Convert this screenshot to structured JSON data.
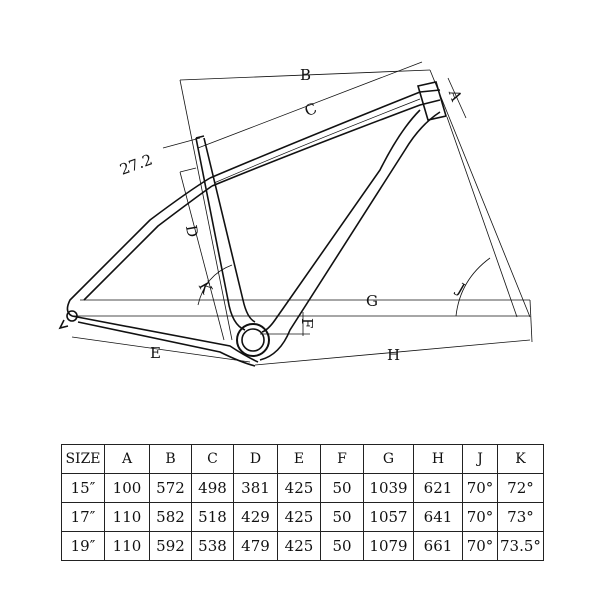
{
  "drawing": {
    "labels": {
      "A": "A",
      "B": "B",
      "C": "C",
      "D": "D",
      "E": "E",
      "F": "F",
      "G": "G",
      "H": "H",
      "J": "J",
      "K": "K"
    },
    "seatpost_diameter": "27.2"
  },
  "table": {
    "headers": [
      "SIZE",
      "A",
      "B",
      "C",
      "D",
      "E",
      "F",
      "G",
      "H",
      "J",
      "K"
    ],
    "rows": [
      [
        "15″",
        "100",
        "572",
        "498",
        "381",
        "425",
        "50",
        "1039",
        "621",
        "70°",
        "72°"
      ],
      [
        "17″",
        "110",
        "582",
        "518",
        "429",
        "425",
        "50",
        "1057",
        "641",
        "70°",
        "73°"
      ],
      [
        "19″",
        "110",
        "592",
        "538",
        "479",
        "425",
        "50",
        "1079",
        "661",
        "70°",
        "73.5°"
      ]
    ]
  }
}
